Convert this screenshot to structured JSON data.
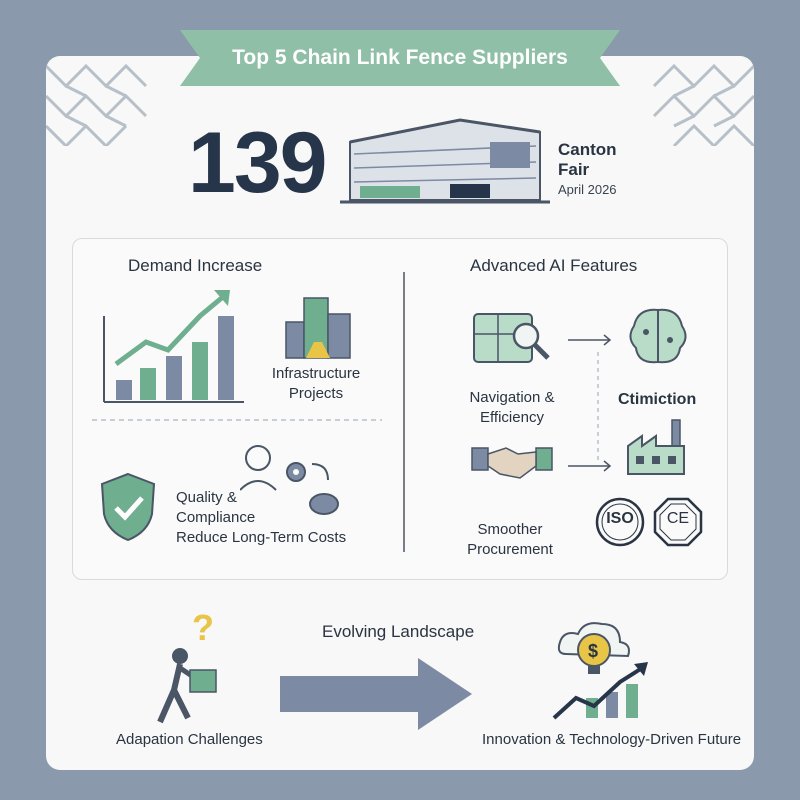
{
  "header": {
    "title": "Top 5 Chain Link Fence Suppliers"
  },
  "event": {
    "number": "139",
    "name": "Canton Fair",
    "date": "April 2026"
  },
  "left_panel": {
    "heading": "Demand Increase",
    "infrastructure": "Infrastructure Projects",
    "quality_line1": "Quality &",
    "quality_line2": "Compliance",
    "quality_line3": "Reduce Long-Term Costs"
  },
  "right_panel": {
    "heading": "Advanced AI Features",
    "navigation": "Navigation & Efficiency",
    "ctimiction": "Ctimiction",
    "procurement": "Smoother Procurement",
    "iso_mark": "ISO",
    "ce_mark": "CE"
  },
  "bottom": {
    "heading": "Evolving Landscape",
    "challenges": "Adapation Challenges",
    "future": "Innovation & Technology-Driven Future"
  },
  "colors": {
    "green": "#6fae8f",
    "slate": "#7d8aa3",
    "navy": "#26354a",
    "ribbon": "#8fbfa6",
    "yellow": "#e8c547"
  }
}
